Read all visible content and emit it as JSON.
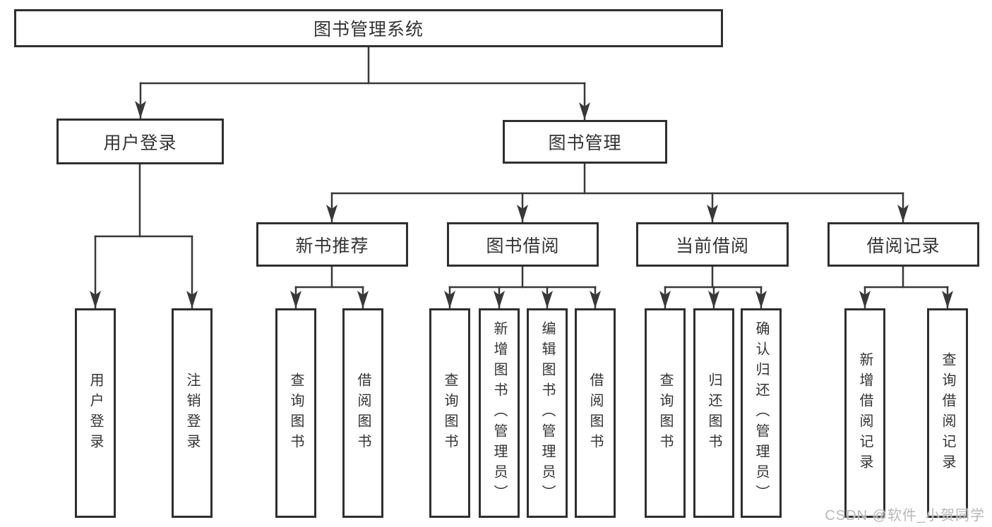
{
  "colors": {
    "background": "#ffffff",
    "box_border": "#2f2f2f",
    "connector": "#383838",
    "text": "#333333",
    "watermark": "#b8b8b8"
  },
  "tree": {
    "label": "图书管理系统",
    "children": [
      {
        "label": "用户登录",
        "children": [
          {
            "label": "用户登录"
          },
          {
            "label": "注销登录"
          }
        ]
      },
      {
        "label": "图书管理",
        "children": [
          {
            "label": "新书推荐",
            "children": [
              {
                "label": "查询图书"
              },
              {
                "label": "借阅图书"
              }
            ]
          },
          {
            "label": "图书借阅",
            "children": [
              {
                "label": "查询图书"
              },
              {
                "label": "新增图书（管理员）"
              },
              {
                "label": "编辑图书（管理员）"
              },
              {
                "label": "借阅图书"
              }
            ]
          },
          {
            "label": "当前借阅",
            "children": [
              {
                "label": "查询图书"
              },
              {
                "label": "归还图书"
              },
              {
                "label": "确认归还（管理员）"
              }
            ]
          },
          {
            "label": "借阅记录",
            "children": [
              {
                "label": "新增借阅记录"
              },
              {
                "label": "查询借阅记录"
              }
            ]
          }
        ]
      }
    ]
  },
  "watermark": "CSDN @软件_小贺同学"
}
